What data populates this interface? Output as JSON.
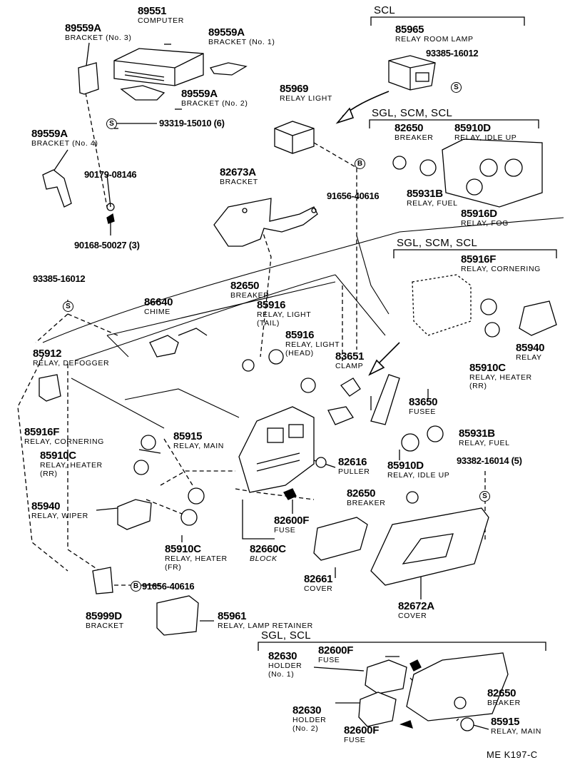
{
  "groups": {
    "scl_top": "SCL",
    "sgl_scm_scl_1": "SGL, SCM, SCL",
    "sgl_scm_scl_2": "SGL, SCM, SCL",
    "sgl_scl": "SGL, SCL"
  },
  "markers": {
    "s": "S",
    "b": "B"
  },
  "parts": {
    "p89551": {
      "num": "89551",
      "name": "COMPUTER"
    },
    "p89559a_3": {
      "num": "89559A",
      "name": "BRACKET (No. 3)"
    },
    "p89559a_1": {
      "num": "89559A",
      "name": "BRACKET (No. 1)"
    },
    "p89559a_2": {
      "num": "89559A",
      "name": "BRACKET (No. 2)"
    },
    "p89559a_4": {
      "num": "89559A",
      "name": "BRACKET (No. 4)"
    },
    "p93319": {
      "num": "93319-15010 (6)"
    },
    "p85965": {
      "num": "85965",
      "name": "RELAY ROOM LAMP"
    },
    "p93385_top": {
      "num": "93385-16012"
    },
    "p85969": {
      "num": "85969",
      "name": "RELAY LIGHT"
    },
    "p82650_top": {
      "num": "82650",
      "name": "BREAKER"
    },
    "p85910d_top": {
      "num": "85910D",
      "name": "RELAY, IDLE UP"
    },
    "p85931b_top": {
      "num": "85931B",
      "name": "RELAY, FUEL"
    },
    "p85916d": {
      "num": "85916D",
      "name": "RELAY, FOG"
    },
    "p90179": {
      "num": "90179-08146"
    },
    "p82673a": {
      "num": "82673A",
      "name": "BRACKET"
    },
    "p91656_top": {
      "num": "91656-40616"
    },
    "p90168": {
      "num": "90168-50027 (3)"
    },
    "p85916f_top": {
      "num": "85916F",
      "name": "RELAY, CORNERING"
    },
    "p93385_left": {
      "num": "93385-16012"
    },
    "p82650_mid": {
      "num": "82650",
      "name": "BREAKER"
    },
    "p86640": {
      "num": "86640",
      "name": "CHIME"
    },
    "p85916_tail": {
      "num": "85916",
      "name": "RELAY, LIGHT",
      "sub": "(TAIL)"
    },
    "p85916_head": {
      "num": "85916",
      "name": "RELAY, LIGHT",
      "sub": "(HEAD)"
    },
    "p83651": {
      "num": "83651",
      "name": "CLAMP"
    },
    "p85940_r": {
      "num": "85940",
      "name": "RELAY"
    },
    "p85912": {
      "num": "85912",
      "name": "RELAY, DEFOGGER"
    },
    "p85910c_rr_r": {
      "num": "85910C",
      "name": "RELAY, HEATER",
      "sub": "(RR)"
    },
    "p83650": {
      "num": "83650",
      "name": "FUSEE"
    },
    "p85916f_left": {
      "num": "85916F",
      "name": "RELAY, CORNERING"
    },
    "p85915_mid": {
      "num": "85915",
      "name": "RELAY, MAIN"
    },
    "p85931b_mid": {
      "num": "85931B",
      "name": "RELAY, FUEL"
    },
    "p85910c_rr_l": {
      "num": "85910C",
      "name": "RELAY, HEATER",
      "sub": "(RR)"
    },
    "p82616": {
      "num": "82616",
      "name": "PULLER"
    },
    "p93382": {
      "num": "93382-16014 (5)"
    },
    "p85910d_mid": {
      "num": "85910D",
      "name": "RELAY, IDLE UP"
    },
    "p85940_l": {
      "num": "85940",
      "name": "RELAY, WIPER"
    },
    "p82650_low": {
      "num": "82650",
      "name": "BREAKER"
    },
    "p82600f_mid": {
      "num": "82600F",
      "name": "FUSE"
    },
    "p85910c_fr": {
      "num": "85910C",
      "name": "RELAY, HEATER",
      "sub": "(FR)"
    },
    "p82660c": {
      "num": "82660C",
      "name": "BLOCK"
    },
    "p91656_low": {
      "num": "91656-40616"
    },
    "p82661": {
      "num": "82661",
      "name": "COVER"
    },
    "p85999d": {
      "num": "85999D",
      "name": "BRACKET"
    },
    "p85961": {
      "num": "85961",
      "name": "RELAY, LAMP RETAINER"
    },
    "p82672a": {
      "num": "82672A",
      "name": "COVER"
    },
    "p82630_1": {
      "num": "82630",
      "name": "HOLDER",
      "sub": "(No. 1)"
    },
    "p82600f_b1": {
      "num": "82600F",
      "name": "FUSE"
    },
    "p82650_bot": {
      "num": "82650",
      "name": "BRAKER"
    },
    "p82630_2": {
      "num": "82630",
      "name": "HOLDER",
      "sub": "(No. 2)"
    },
    "p82600f_b2": {
      "num": "82600F",
      "name": "FUSE"
    },
    "p85915_bot": {
      "num": "85915",
      "name": "RELAY, MAIN"
    }
  },
  "footer": {
    "code": "ME  K197-C"
  }
}
